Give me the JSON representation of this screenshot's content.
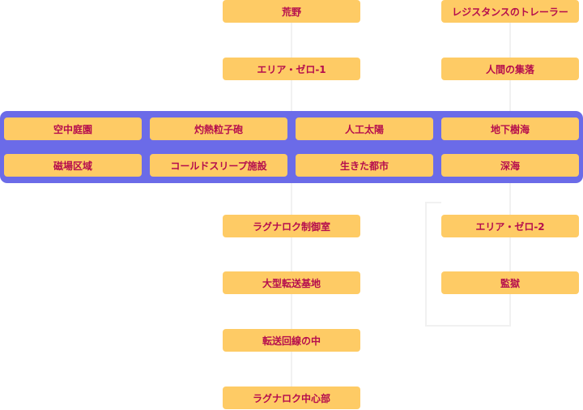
{
  "colors": {
    "node_fill": "#fecb65",
    "node_text": "#b50d4d",
    "hub_fill": "#6b6be8",
    "connector": "#f1f1f1"
  },
  "top_column_a": [
    "荒野",
    "エリア・ゼロ-1"
  ],
  "top_column_b": [
    "レジスタンスのトレーラー",
    "人間の集落"
  ],
  "hub": {
    "row1": [
      "空中庭園",
      "灼熱粒子砲",
      "人工太陽",
      "地下樹海"
    ],
    "row2": [
      "磁場区域",
      "コールドスリープ施設",
      "生きた都市",
      "深海"
    ]
  },
  "bottom_column_a": [
    "ラグナロク制御室",
    "大型転送基地",
    "転送回線の中",
    "ラグナロク中心部"
  ],
  "bottom_column_b": [
    "エリア・ゼロ-2",
    "監獄"
  ]
}
